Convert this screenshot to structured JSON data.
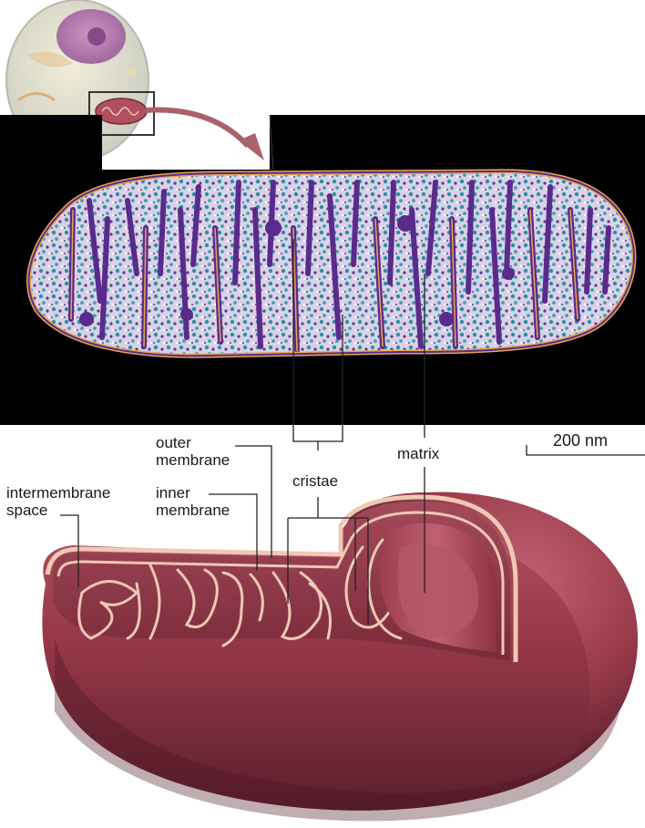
{
  "labels": {
    "outer_membrane": [
      "outer",
      "membrane"
    ],
    "inner_membrane": [
      "inner",
      "membrane"
    ],
    "intermembrane_space": [
      "intermembrane",
      "space"
    ],
    "cristae": "cristae",
    "matrix": "matrix",
    "scale_bar": "200 nm"
  },
  "colors": {
    "micrograph_background": "#000000",
    "outer_membrane": "#e8a64a",
    "cristae": "#5a2a8c",
    "matrix_speckle": "#2a8fa6",
    "mitochondrion_body": "#9a3b4a",
    "membrane_highlight": "#f0c8b6"
  }
}
